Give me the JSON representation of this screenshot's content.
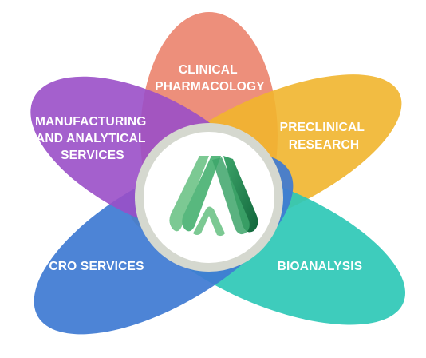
{
  "petals": [
    {
      "id": "clinical-pharmacology",
      "lines": [
        "CLINICAL",
        "PHARMACOLOGY"
      ],
      "color": "#EC8670"
    },
    {
      "id": "preclinical-research",
      "lines": [
        "PRECLINICAL",
        "RESEARCH"
      ],
      "color": "#F1B52E"
    },
    {
      "id": "bioanalysis",
      "lines": [
        "BIOANALYSIS"
      ],
      "color": "#2EC8B6"
    },
    {
      "id": "cro-services",
      "lines": [
        "CRO SERVICES"
      ],
      "color": "#3F7BD3"
    },
    {
      "id": "manufacturing-analytical",
      "lines": [
        "MANUFACTURING",
        "AND ANALYTICAL",
        "SERVICES"
      ],
      "color": "#9A4FC8"
    }
  ],
  "hub": {
    "ring_color": "#D5D8CF",
    "logo_colors": [
      "#7CC993",
      "#3DA56A",
      "#1E7A4A"
    ]
  }
}
